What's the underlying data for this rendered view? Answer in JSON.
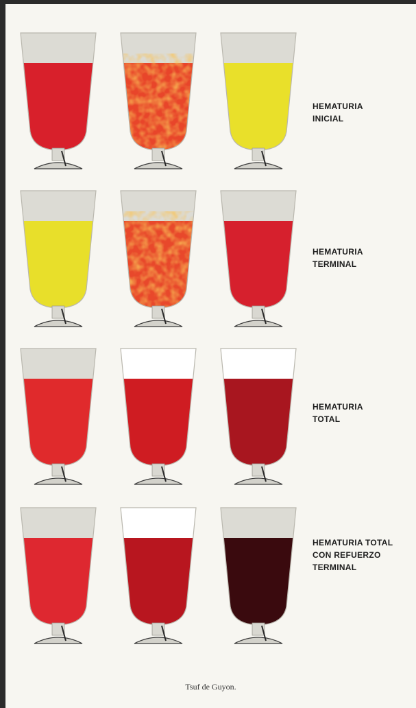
{
  "rows": [
    {
      "label_lines": [
        "HEMATURIA",
        "INICIAL"
      ],
      "glasses": [
        {
          "color": "#d8202b",
          "mottled": false,
          "top": "#dcdbd4"
        },
        {
          "color": "#e8452a",
          "mottled": true,
          "top": "#dcdbd4"
        },
        {
          "color": "#e9e02a",
          "mottled": false,
          "top": "#dcdbd4"
        }
      ]
    },
    {
      "label_lines": [
        "HEMATURIA",
        "TERMINAL"
      ],
      "glasses": [
        {
          "color": "#e8df2a",
          "mottled": false,
          "top": "#dcdbd4"
        },
        {
          "color": "#e8482b",
          "mottled": true,
          "top": "#dcdbd4"
        },
        {
          "color": "#d6202d",
          "mottled": false,
          "top": "#dcdbd4"
        }
      ]
    },
    {
      "label_lines": [
        "HEMATURIA",
        "TOTAL"
      ],
      "glasses": [
        {
          "color": "#e02a2c",
          "mottled": false,
          "top": "#dcdbd4"
        },
        {
          "color": "#cf1c22",
          "mottled": false,
          "top": "#ffffff"
        },
        {
          "color": "#a8161f",
          "mottled": false,
          "top": "#ffffff"
        }
      ]
    },
    {
      "label_lines": [
        "HEMATURIA TOTAL",
        "CON REFUERZO",
        "TERMINAL"
      ],
      "glasses": [
        {
          "color": "#de2830",
          "mottled": false,
          "top": "#dcdbd4"
        },
        {
          "color": "#b8161f",
          "mottled": false,
          "top": "#ffffff"
        },
        {
          "color": "#3a0a0e",
          "mottled": false,
          "top": "#dcdbd4"
        }
      ]
    }
  ],
  "caption": "Tsuf de Guyon."
}
